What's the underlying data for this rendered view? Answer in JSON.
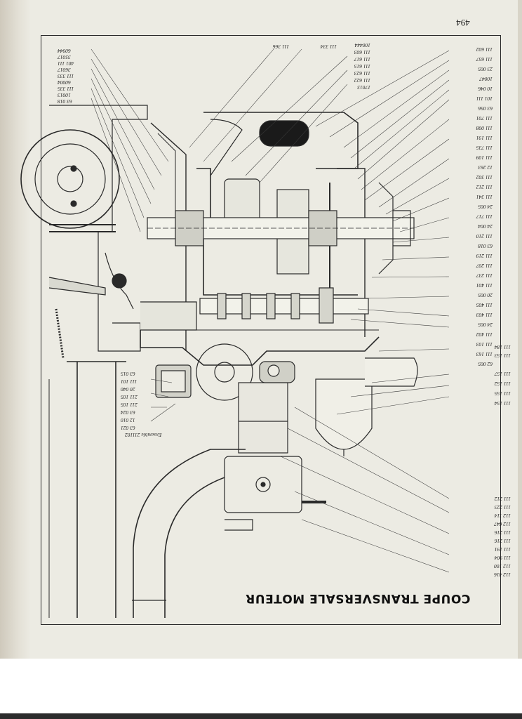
{
  "page_number": "494",
  "caption": "COUPE TRANSVERSALE MOTEUR",
  "ensemble_label": "Ensemble 211102",
  "labels_top": [
    "111 334",
    "111 366"
  ],
  "labels_top_mid": [
    "111 603",
    "111 617",
    "111 615",
    "111 623",
    "111 622",
    "17013",
    "100444"
  ],
  "labels_left": [
    "60944",
    "35017",
    "401 111",
    "36017",
    "111 333",
    "60004",
    "111 335",
    "10013",
    "63 018"
  ],
  "labels_right": [
    "111 602",
    "111 657",
    "23 005",
    "10047",
    "10 046",
    "101 111",
    "63 056",
    "111 701",
    "111 008",
    "111 191",
    "111 735",
    "111 109",
    "12 263",
    "111 302",
    "111 212",
    "111 341",
    "24 005",
    "111 717",
    "24 004",
    "111 210",
    "63 018",
    "111 219",
    "111 207",
    "111 237",
    "111 401",
    "20 005",
    "111 405",
    "111 403",
    "24 005",
    "111 402",
    "111 103",
    "111 163",
    "62 005"
  ],
  "labels_right_mid": [
    "111 184",
    "111 153"
  ],
  "labels_right_low": [
    "111 157",
    "111 152",
    "111 155",
    "111 154"
  ],
  "labels_mid": [
    "63 015",
    "111 101",
    "20 040",
    "211 105",
    "211 105",
    "63 024",
    "12 010",
    "63 021"
  ],
  "labels_bottom_right": [
    "111 212",
    "111 223",
    "112 114",
    "112 647",
    "111 216",
    "111 216",
    "111 191",
    "111 904",
    "112 100",
    "112 416"
  ]
}
